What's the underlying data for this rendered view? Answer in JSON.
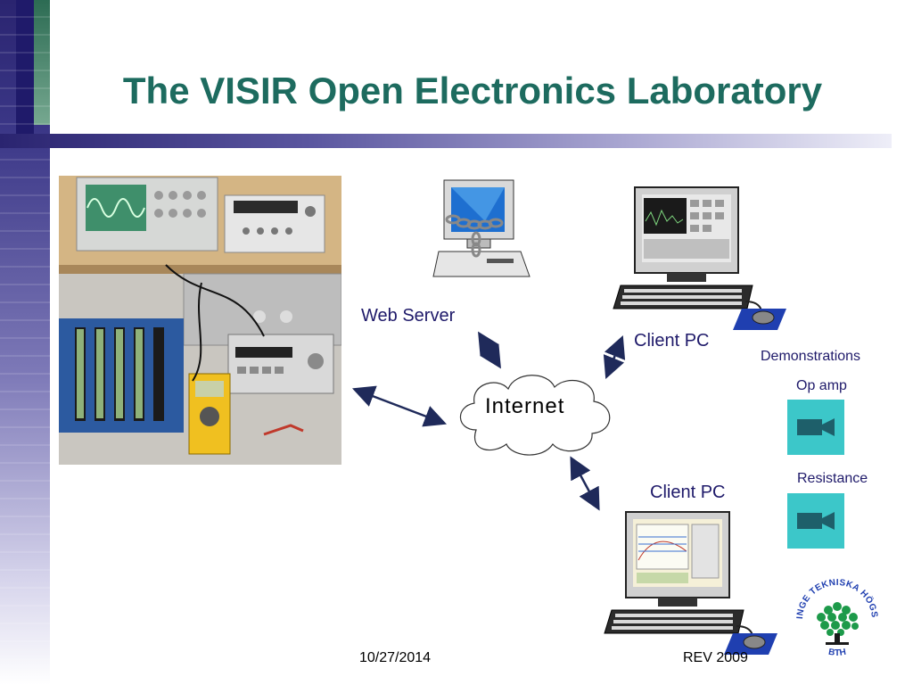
{
  "slide": {
    "title": "The VISIR Open Electronics Laboratory"
  },
  "diagram": {
    "web_server_label": "Web Server",
    "internet_label": "Internet",
    "client_pc_1_label": "Client PC",
    "client_pc_2_label": "Client PC"
  },
  "demonstrations": {
    "heading": "Demonstrations",
    "items": [
      {
        "label": "Op amp",
        "icon": "video-camera-icon"
      },
      {
        "label": "Resistance",
        "icon": "video-camera-icon"
      }
    ]
  },
  "logo": {
    "text_top": "BLEKINGE TEKNISKA HÖGSKOLA",
    "text_bottom": "BTH"
  },
  "footer": {
    "date": "10/27/2014",
    "revision": "REV 2009"
  },
  "colors": {
    "title": "#1d6b5f",
    "accent_blue": "#1f1a6a",
    "video_button": "#3cc7c9"
  }
}
